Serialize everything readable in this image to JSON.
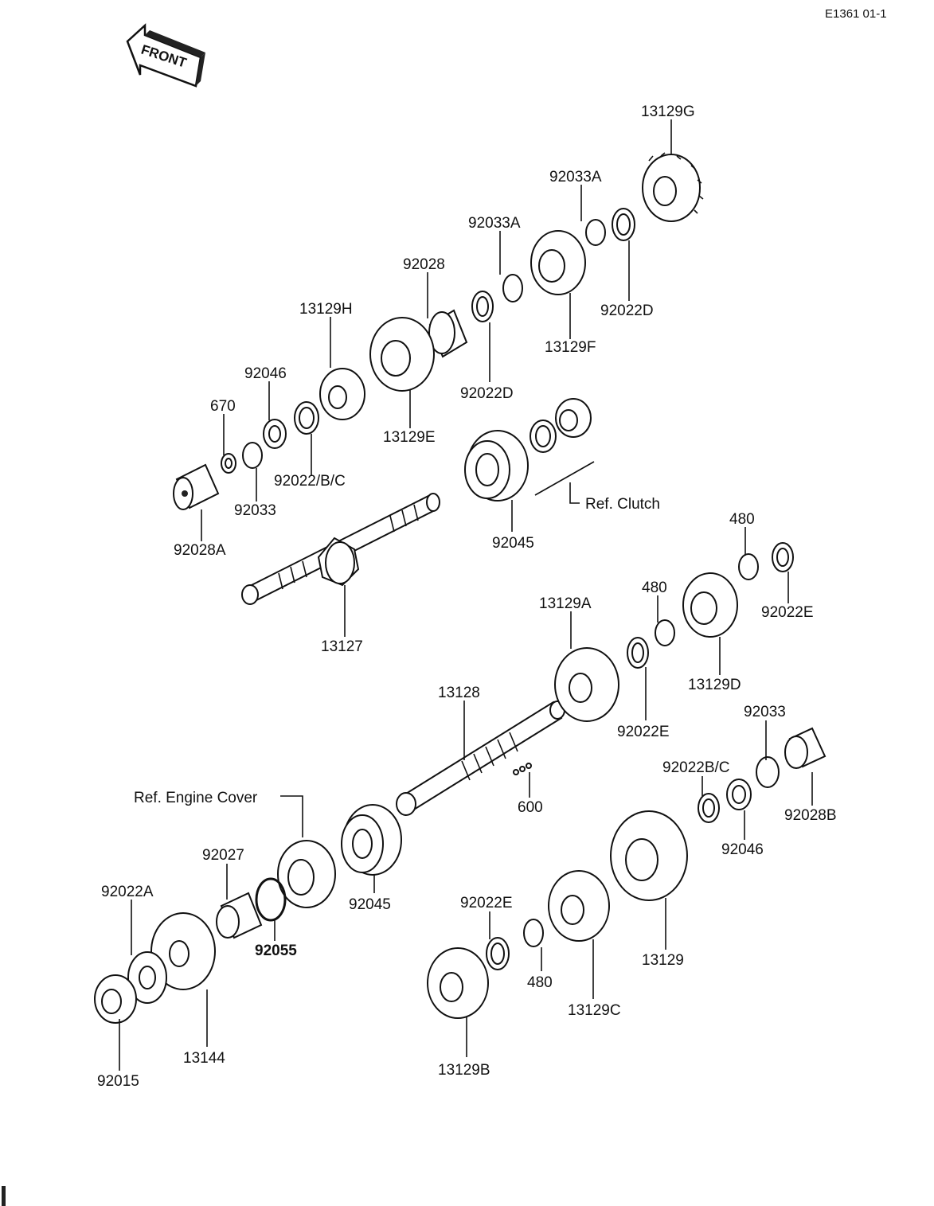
{
  "diagram_code": "E1361 01-1",
  "front_label": "FRONT",
  "references": {
    "clutch": "Ref. Clutch",
    "engine_cover": "Ref. Engine Cover"
  },
  "parts": [
    {
      "id": "p_13129G",
      "label": "13129G",
      "kind": "gear"
    },
    {
      "id": "p_92033A_1",
      "label": "92033A",
      "kind": "circlip"
    },
    {
      "id": "p_92033A_2",
      "label": "92033A",
      "kind": "circlip"
    },
    {
      "id": "p_92028",
      "label": "92028",
      "kind": "bushing"
    },
    {
      "id": "p_13129H",
      "label": "13129H",
      "kind": "gear"
    },
    {
      "id": "p_92046_1",
      "label": "92046",
      "kind": "needle-bearing"
    },
    {
      "id": "p_670",
      "label": "670",
      "kind": "washer"
    },
    {
      "id": "p_13129F",
      "label": "13129F",
      "kind": "gear"
    },
    {
      "id": "p_92022D_1",
      "label": "92022D",
      "kind": "washer"
    },
    {
      "id": "p_92022D_2",
      "label": "92022D",
      "kind": "washer"
    },
    {
      "id": "p_13129E",
      "label": "13129E",
      "kind": "gear"
    },
    {
      "id": "p_92022BC_1",
      "label": "92022/B/C",
      "kind": "washer"
    },
    {
      "id": "p_92033_1",
      "label": "92033",
      "kind": "circlip"
    },
    {
      "id": "p_92028A",
      "label": "92028A",
      "kind": "collar"
    },
    {
      "id": "p_92045_1",
      "label": "92045",
      "kind": "ball-bearing"
    },
    {
      "id": "p_13127",
      "label": "13127",
      "kind": "shaft"
    },
    {
      "id": "p_480_1",
      "label": "480",
      "kind": "circlip"
    },
    {
      "id": "p_480_2",
      "label": "480",
      "kind": "circlip"
    },
    {
      "id": "p_92022E_1",
      "label": "92022E",
      "kind": "washer"
    },
    {
      "id": "p_13129A",
      "label": "13129A",
      "kind": "gear"
    },
    {
      "id": "p_13129D",
      "label": "13129D",
      "kind": "gear"
    },
    {
      "id": "p_92022E_2",
      "label": "92022E",
      "kind": "washer"
    },
    {
      "id": "p_13128",
      "label": "13128",
      "kind": "shaft"
    },
    {
      "id": "p_92033_2",
      "label": "92033",
      "kind": "circlip"
    },
    {
      "id": "p_92022BC_2",
      "label": "92022B/C",
      "kind": "washer"
    },
    {
      "id": "p_600",
      "label": "600",
      "kind": "balls"
    },
    {
      "id": "p_92028B",
      "label": "92028B",
      "kind": "collar"
    },
    {
      "id": "p_92046_2",
      "label": "92046",
      "kind": "needle-bearing"
    },
    {
      "id": "p_92027",
      "label": "92027",
      "kind": "collar"
    },
    {
      "id": "p_92045_2",
      "label": "92045",
      "kind": "ball-bearing"
    },
    {
      "id": "p_92022A",
      "label": "92022A",
      "kind": "washer"
    },
    {
      "id": "p_92055",
      "label": "92055",
      "kind": "o-ring"
    },
    {
      "id": "p_92022E_3",
      "label": "92022E",
      "kind": "washer"
    },
    {
      "id": "p_13129",
      "label": "13129",
      "kind": "gear"
    },
    {
      "id": "p_480_3",
      "label": "480",
      "kind": "circlip"
    },
    {
      "id": "p_13129C",
      "label": "13129C",
      "kind": "gear"
    },
    {
      "id": "p_13144",
      "label": "13144",
      "kind": "sprocket"
    },
    {
      "id": "p_92015",
      "label": "92015",
      "kind": "nut"
    },
    {
      "id": "p_13129B",
      "label": "13129B",
      "kind": "gear"
    }
  ]
}
